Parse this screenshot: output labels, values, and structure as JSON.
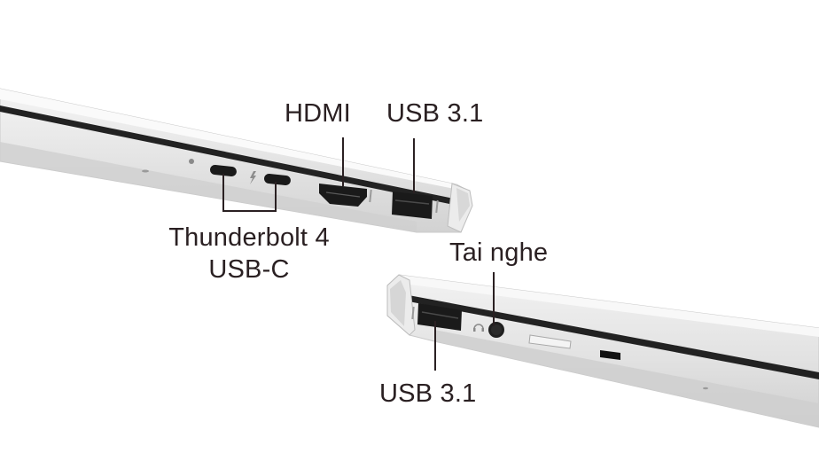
{
  "image": {
    "description": "Laptop side views showing port layout with Vietnamese/English labels",
    "background": "#ffffff",
    "body_color": "#e6e6e6",
    "port_color": "#1a1a1a",
    "label_color": "#2a2022"
  },
  "right_side": {
    "ports": [
      {
        "id": "power-led",
        "type": "led"
      },
      {
        "id": "usb-c-1",
        "type": "usb-c"
      },
      {
        "id": "thunderbolt-symbol",
        "type": "icon"
      },
      {
        "id": "usb-c-2",
        "type": "usb-c"
      },
      {
        "id": "hdmi",
        "type": "hdmi"
      },
      {
        "id": "usb-a",
        "type": "usb-a"
      }
    ],
    "labels": {
      "hdmi": "HDMI",
      "usb_a": "USB 3.1",
      "thunderbolt_line1": "Thunderbolt 4",
      "thunderbolt_line2": "USB-C"
    }
  },
  "left_side": {
    "ports": [
      {
        "id": "usb-a",
        "type": "usb-a"
      },
      {
        "id": "headphone-icon",
        "type": "icon"
      },
      {
        "id": "audio-jack",
        "type": "audio"
      },
      {
        "id": "card-slot",
        "type": "sd-card"
      },
      {
        "id": "lock-slot",
        "type": "security-lock"
      }
    ],
    "labels": {
      "audio": "Tai nghe",
      "usb_a": "USB 3.1"
    }
  }
}
